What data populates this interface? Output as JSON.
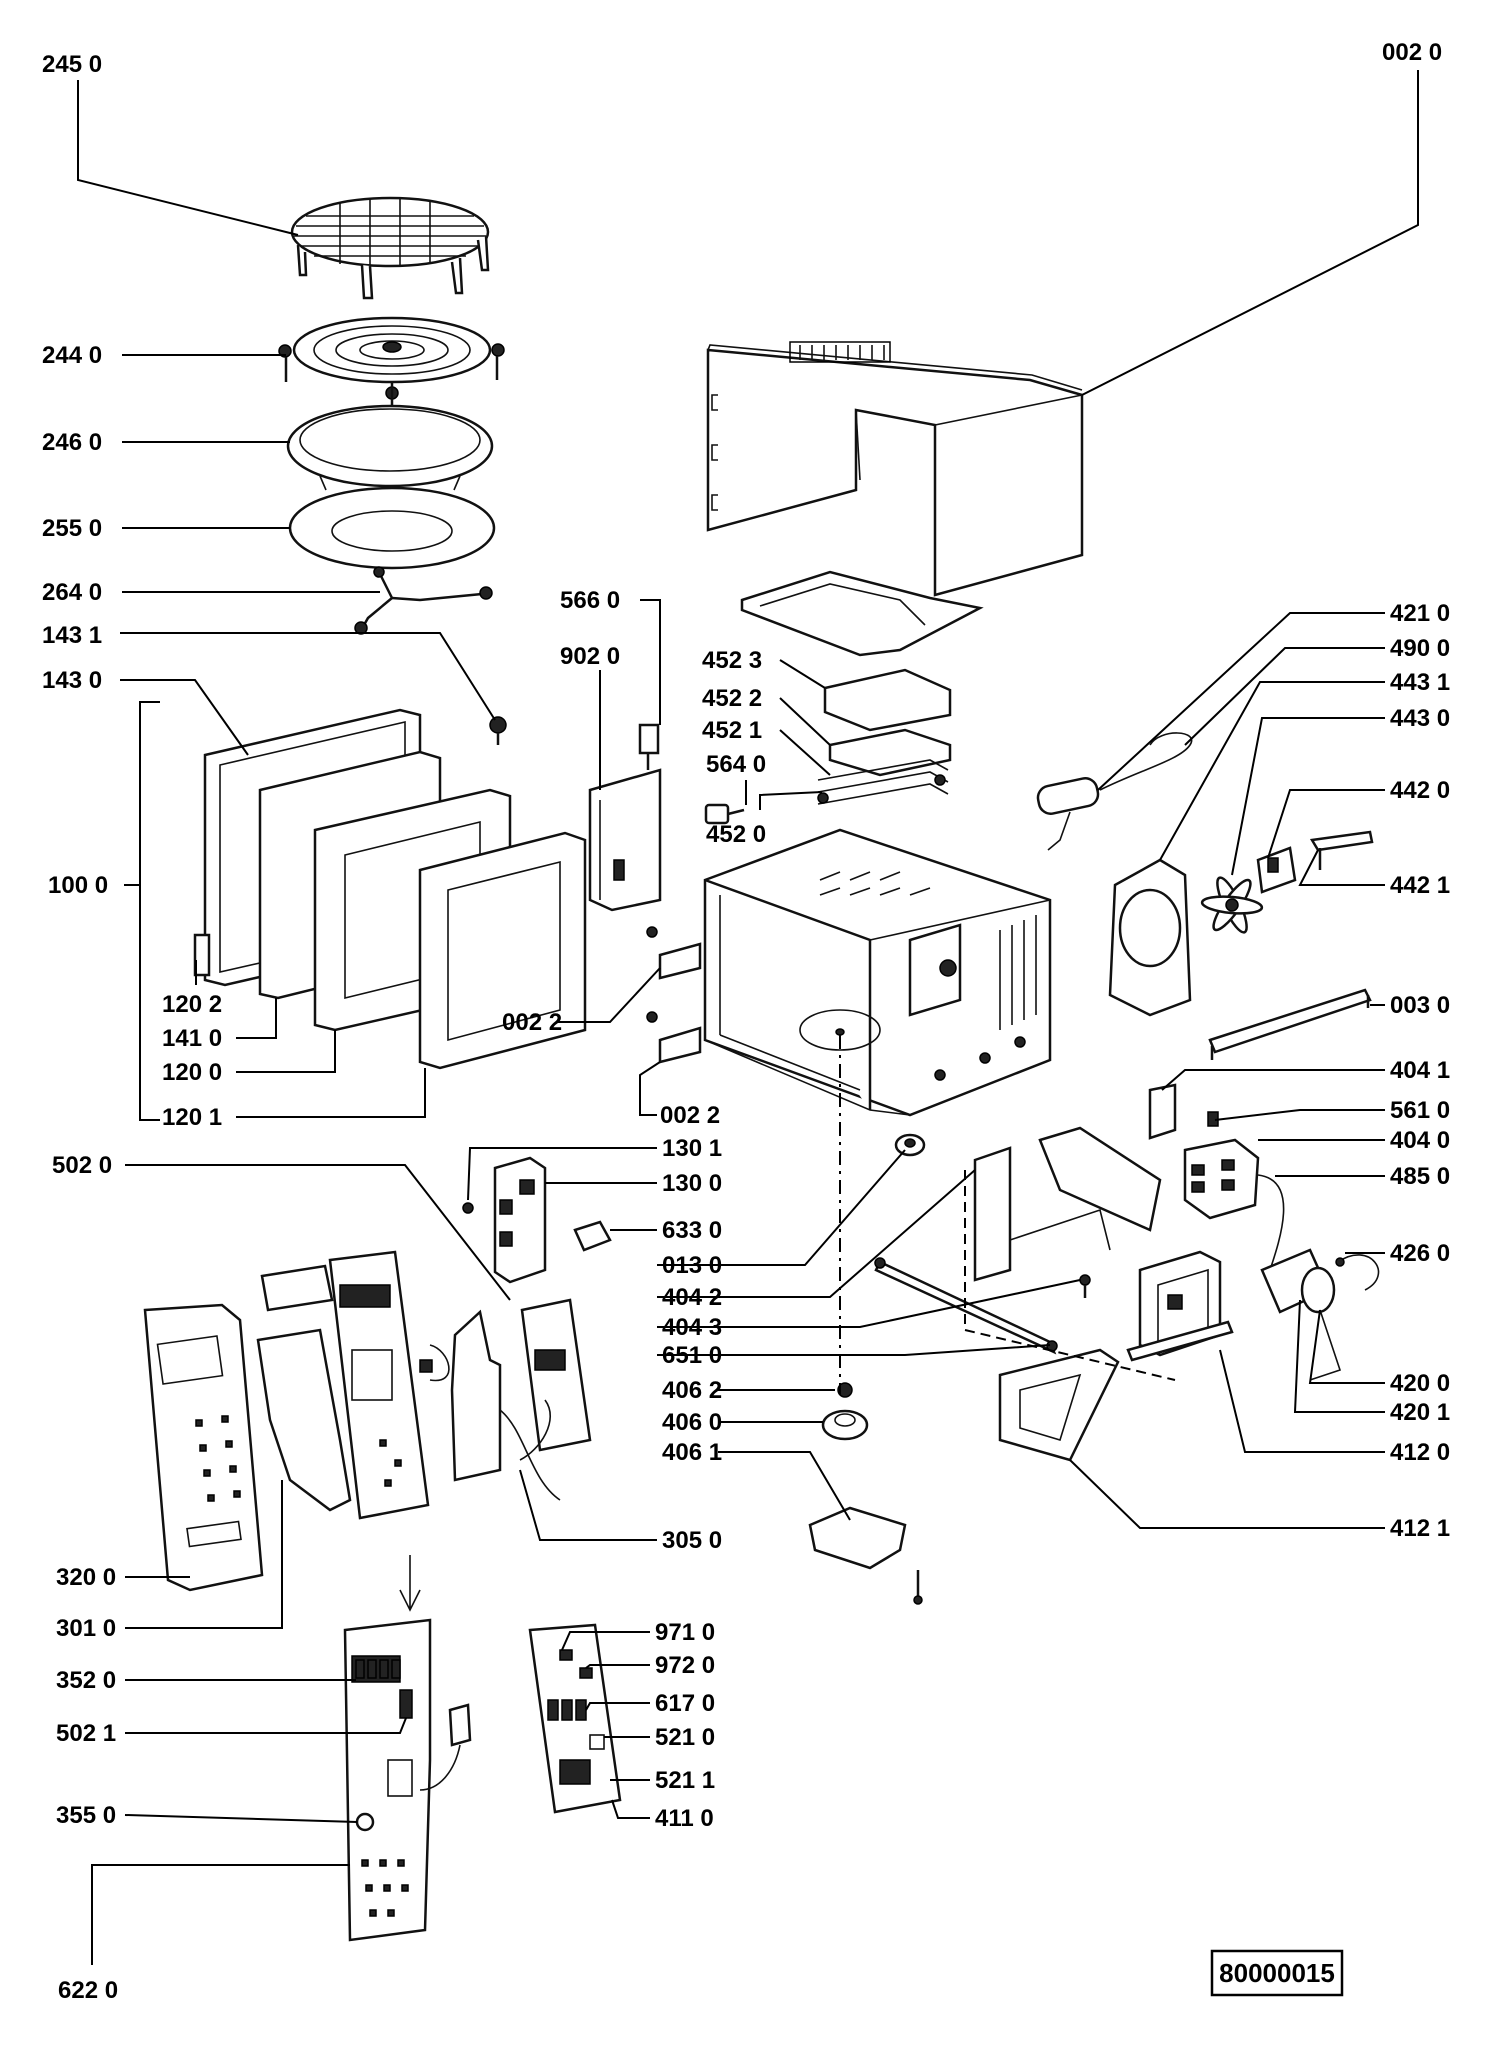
{
  "diagram": {
    "reference_number": "80000015",
    "part_labels": {
      "p2450": "245 0",
      "p0020": "002 0",
      "p2440": "244 0",
      "p2460": "246 0",
      "p2550": "255 0",
      "p2640": "264 0",
      "p5660": "566 0",
      "p1431": "143 1",
      "p9020": "902 0",
      "p1430": "143 0",
      "p4523": "452 3",
      "p4522": "452 2",
      "p4521": "452 1",
      "p5640": "564 0",
      "p4520": "452 0",
      "p4210": "421 0",
      "p4900": "490 0",
      "p4431": "443 1",
      "p4430": "443 0",
      "p4420": "442 0",
      "p4421": "442 1",
      "p1000": "100 0",
      "p1202": "120 2",
      "p1410": "141 0",
      "p1200": "120 0",
      "p1201": "120 1",
      "p0022a": "002 2",
      "p0022b": "002 2",
      "p0030": "003 0",
      "p4041": "404 1",
      "p5610": "561 0",
      "p4040": "404 0",
      "p4850": "485 0",
      "p4260": "426 0",
      "p5020": "502 0",
      "p1301": "130 1",
      "p1300": "130 0",
      "p6330": "633 0",
      "p0130": "013 0",
      "p4042": "404 2",
      "p4043": "404 3",
      "p6510": "651 0",
      "p4062": "406 2",
      "p4060": "406 0",
      "p4061": "406 1",
      "p4200": "420 0",
      "p4201": "420 1",
      "p4120": "412 0",
      "p4121": "412 1",
      "p3050": "305 0",
      "p3200": "320 0",
      "p3010": "301 0",
      "p9710": "971 0",
      "p9720": "972 0",
      "p3520": "352 0",
      "p6170": "617 0",
      "p5021": "502 1",
      "p5210": "521 0",
      "p5211": "521 1",
      "p3550": "355 0",
      "p4110": "411 0",
      "p6220": "622 0"
    }
  }
}
